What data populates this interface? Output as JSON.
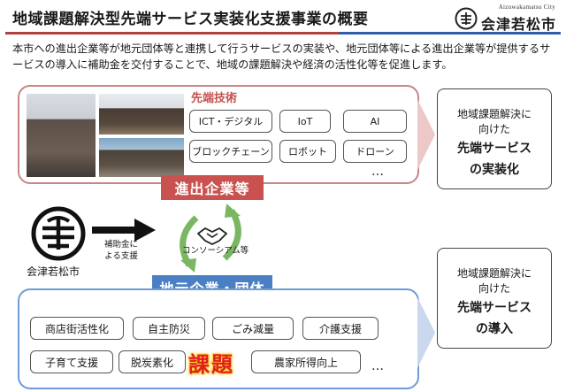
{
  "header": {
    "title": "地域課題解決型先端サービス実装化支援事業の概要",
    "logo_romaji": "Aizuwakamatsu City",
    "logo_name": "会津若松市"
  },
  "intro": {
    "text": "本市への進出企業等が地元団体等と連携して行うサービスの実装や、地元団体等による進出企業等が提供するサービスの導入に補助金を交付することで、地域の課題解決や経済の活性化等を促進します。"
  },
  "tech": {
    "heading": "先端技術",
    "items": [
      "ICT・デジタル",
      "IoT",
      "AI",
      "ブロックチェーン",
      "ロボット",
      "ドローン"
    ],
    "more": "…"
  },
  "labels": {
    "incoming": "進出企業等",
    "local": "地元企業・団体",
    "city": "会津若松市",
    "subsidy": [
      "補助金に",
      "よる支援"
    ],
    "consortium": "コンソーシアム等"
  },
  "issues": {
    "row1": [
      "商店街活性化",
      "自主防災",
      "ごみ減量",
      "介護支援"
    ],
    "row2": [
      "子育て支援",
      "脱炭素化",
      "農家所得向上"
    ],
    "badge": "課題",
    "more": "…"
  },
  "outcomes": [
    {
      "line1": "地域課題解決に",
      "line2": "向けた",
      "line3": "先端サービス",
      "line4": "の実装化"
    },
    {
      "line1": "地域課題解決に",
      "line2": "向けた",
      "line3": "先端サービス",
      "line4": "の導入"
    }
  ],
  "colors": {
    "red": "#c9514f",
    "blue": "#4a7fc4",
    "red_border": "#c98585",
    "blue_border": "#6f9bd6"
  }
}
